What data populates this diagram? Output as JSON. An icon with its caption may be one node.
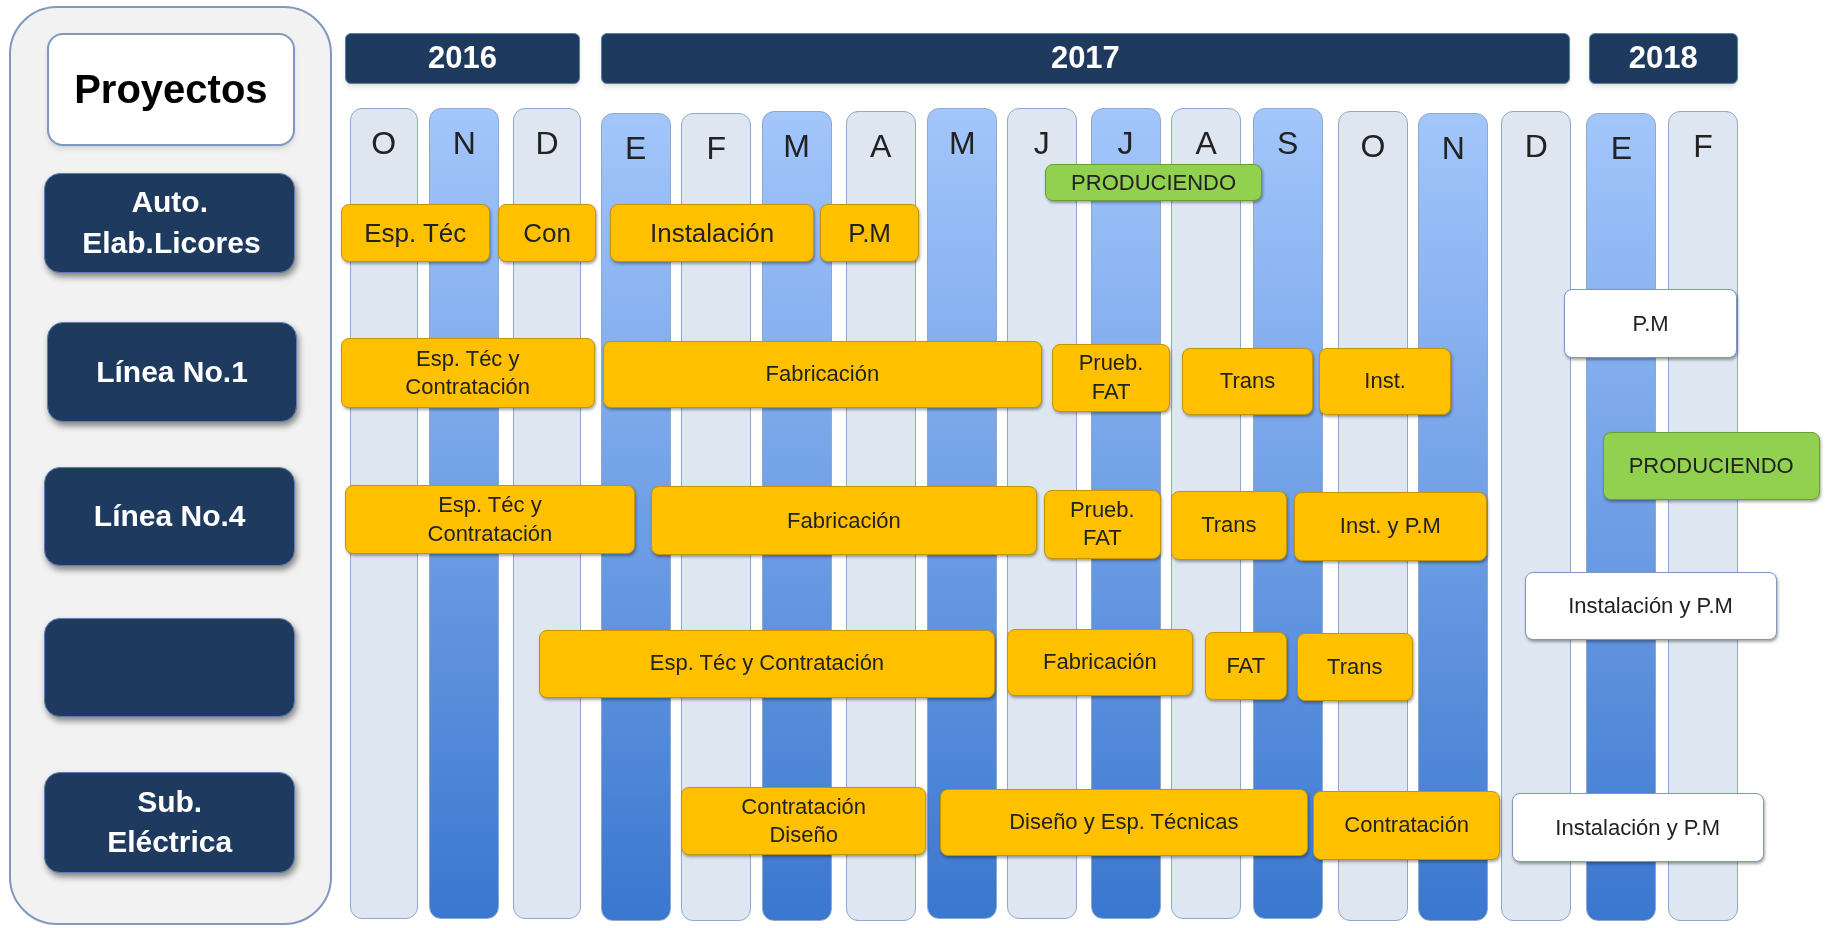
{
  "diagram": {
    "nodes": [
      {
        "text": [],
        "shape": "box"
      },
      {
        "text": [
          "Proyectos"
        ],
        "in": 0
      },
      {
        "text": [
          "Auto. Elab.Licores"
        ],
        "in": 0
      },
      {
        "text": [
          "Línea No.1"
        ],
        "in": 0
      },
      {
        "text": [
          "Línea No.4"
        ],
        "in": 0
      },
      {
        "text": [],
        "shape": "box",
        "in": 0
      },
      {
        "text": [
          "Sub. Eléctrica"
        ],
        "in": 0
      },
      {
        "text": [
          "2016"
        ]
      },
      {
        "text": [
          "2017"
        ]
      },
      {
        "text": [
          "2018"
        ]
      },
      {
        "text": [
          "O"
        ]
      },
      {
        "text": [
          "N"
        ]
      },
      {
        "text": [
          "D"
        ]
      },
      {
        "text": [
          "E"
        ]
      },
      {
        "text": [
          "F"
        ]
      },
      {
        "text": [
          "M"
        ]
      },
      {
        "text": [
          "A"
        ]
      },
      {
        "text": [
          "M"
        ]
      },
      {
        "text": [
          "J"
        ]
      },
      {
        "text": [
          "J"
        ]
      },
      {
        "text": [
          "A"
        ]
      },
      {
        "text": [
          "S"
        ]
      },
      {
        "text": [
          "O"
        ]
      },
      {
        "text": [
          "N"
        ]
      },
      {
        "text": [
          "D"
        ]
      },
      {
        "text": [
          "E"
        ]
      },
      {
        "text": [
          "F"
        ]
      },
      {
        "text": [
          "PRODUCIENDO"
        ]
      },
      {
        "text": [
          "Esp. Téc"
        ]
      },
      {
        "text": [
          "Con"
        ]
      },
      {
        "text": [
          "Instalación"
        ]
      },
      {
        "text": [
          "P.M"
        ]
      },
      {
        "text": [
          "P.M"
        ]
      },
      {
        "text": [
          "Esp. Téc y Contratación"
        ]
      },
      {
        "text": [
          "Fabricación"
        ]
      },
      {
        "text": [
          "Prueb. FAT"
        ]
      },
      {
        "text": [
          "Trans"
        ]
      },
      {
        "text": [
          "Inst."
        ]
      },
      {
        "text": [
          "PRODUCIENDO"
        ]
      },
      {
        "text": [
          "Esp. Téc y Contratación"
        ]
      },
      {
        "text": [
          "Fabricación"
        ]
      },
      {
        "text": [
          "Prueb. FAT"
        ]
      },
      {
        "text": [
          "Trans"
        ]
      },
      {
        "text": [
          "Inst. y P.M"
        ]
      },
      {
        "text": [
          "Instalación y P.M"
        ]
      },
      {
        "text": [
          "Esp. Téc y Contratación"
        ]
      },
      {
        "text": [
          "Fabricación"
        ]
      },
      {
        "text": [
          "FAT"
        ]
      },
      {
        "text": [
          "Trans"
        ]
      },
      {
        "text": [
          "Contratación Diseño"
        ]
      },
      {
        "text": [
          "Diseño y Esp. Técnicas"
        ]
      },
      {
        "text": [
          "Contratación"
        ]
      },
      {
        "text": [
          "Instalación y P.M"
        ]
      }
    ]
  }
}
